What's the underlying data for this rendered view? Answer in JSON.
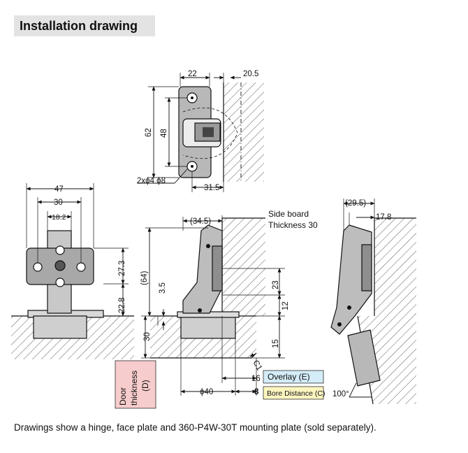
{
  "title": "Installation drawing",
  "caption": "Drawings show a hinge, face plate and 360-P4W-30T mounting plate (sold separately).",
  "colors": {
    "overlay_box": "#d4ecf8",
    "bore_box": "#fdf5c0",
    "door_box": "#f7cccc",
    "title_bg": "#e3e3e3"
  },
  "plate_view": {
    "width": "22",
    "offset": "20.5",
    "height_outer": "62",
    "height_inner": "48",
    "holes": "2xϕ4 ϕ8",
    "depth": "31.5"
  },
  "front_view": {
    "width_total": "47",
    "width_mid": "30",
    "width_inner": "18.2",
    "height_upper": "27.3",
    "height_lower": "22.8"
  },
  "side_view": {
    "reach": "(34.5)",
    "side_board_line1": "Side board",
    "side_board_line2": "Thickness 30",
    "height_total": "(64)",
    "offset_small": "3.5",
    "dim_23": "23",
    "dim_12": "12",
    "dim_15": "15",
    "door_thickness_dim": "30",
    "chamfer": "C1",
    "cup_dia": "ϕ40",
    "overlay_value": "16",
    "overlay_label": "Overlay (E)",
    "bore_value": "8",
    "bore_label": "Bore Distance (C)",
    "door_label_line1": "Door",
    "door_label_line2": "thickness",
    "door_label_line3": "(D)"
  },
  "open_view": {
    "reach": "(29.5)",
    "offset": "17.8",
    "angle": "100°"
  }
}
